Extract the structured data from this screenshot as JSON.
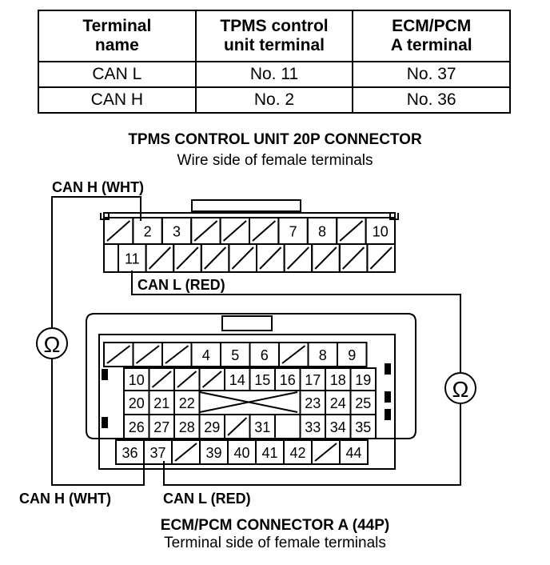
{
  "table": {
    "headers": [
      "Terminal\nname",
      "TPMS control\nunit terminal",
      "ECM/PCM\nA terminal"
    ],
    "header_lines": [
      [
        "Terminal",
        "name"
      ],
      [
        "TPMS control",
        "unit terminal"
      ],
      [
        "ECM/PCM",
        "A terminal"
      ]
    ],
    "rows": [
      [
        "CAN L",
        "No. 11",
        "No. 37"
      ],
      [
        "CAN H",
        "No. 2",
        "No. 36"
      ]
    ]
  },
  "tpms": {
    "title": "TPMS CONTROL UNIT 20P CONNECTOR",
    "subtitle": "Wire side of female terminals",
    "row1": [
      "",
      "2",
      "3",
      "",
      "",
      "",
      "7",
      "8",
      "",
      "10"
    ],
    "row2": [
      "11",
      "",
      "",
      "",
      "",
      "",
      "",
      "",
      "",
      ""
    ]
  },
  "ecm": {
    "title": "ECM/PCM CONNECTOR A (44P)",
    "subtitle": "Terminal side of female terminals",
    "row1": [
      "",
      "",
      "",
      "4",
      "5",
      "6",
      "",
      "8",
      "9"
    ],
    "row2": [
      "10",
      "",
      "",
      "",
      "14",
      "15",
      "16",
      "17",
      "18",
      "19"
    ],
    "row3": [
      "20",
      "21",
      "22",
      "",
      "",
      "",
      "",
      "23",
      "24",
      "25"
    ],
    "row4": [
      "26",
      "27",
      "28",
      "29",
      "",
      "31",
      "",
      "33",
      "34",
      "35"
    ],
    "row5": [
      "36",
      "37",
      "",
      "39",
      "40",
      "41",
      "42",
      "",
      "44"
    ]
  },
  "labels": {
    "can_h_top": "CAN H (WHT)",
    "can_l_mid": "CAN L (RED)",
    "can_h_bottom": "CAN H (WHT)",
    "can_l_bottom": "CAN L (RED)",
    "ohm": "Ω"
  }
}
